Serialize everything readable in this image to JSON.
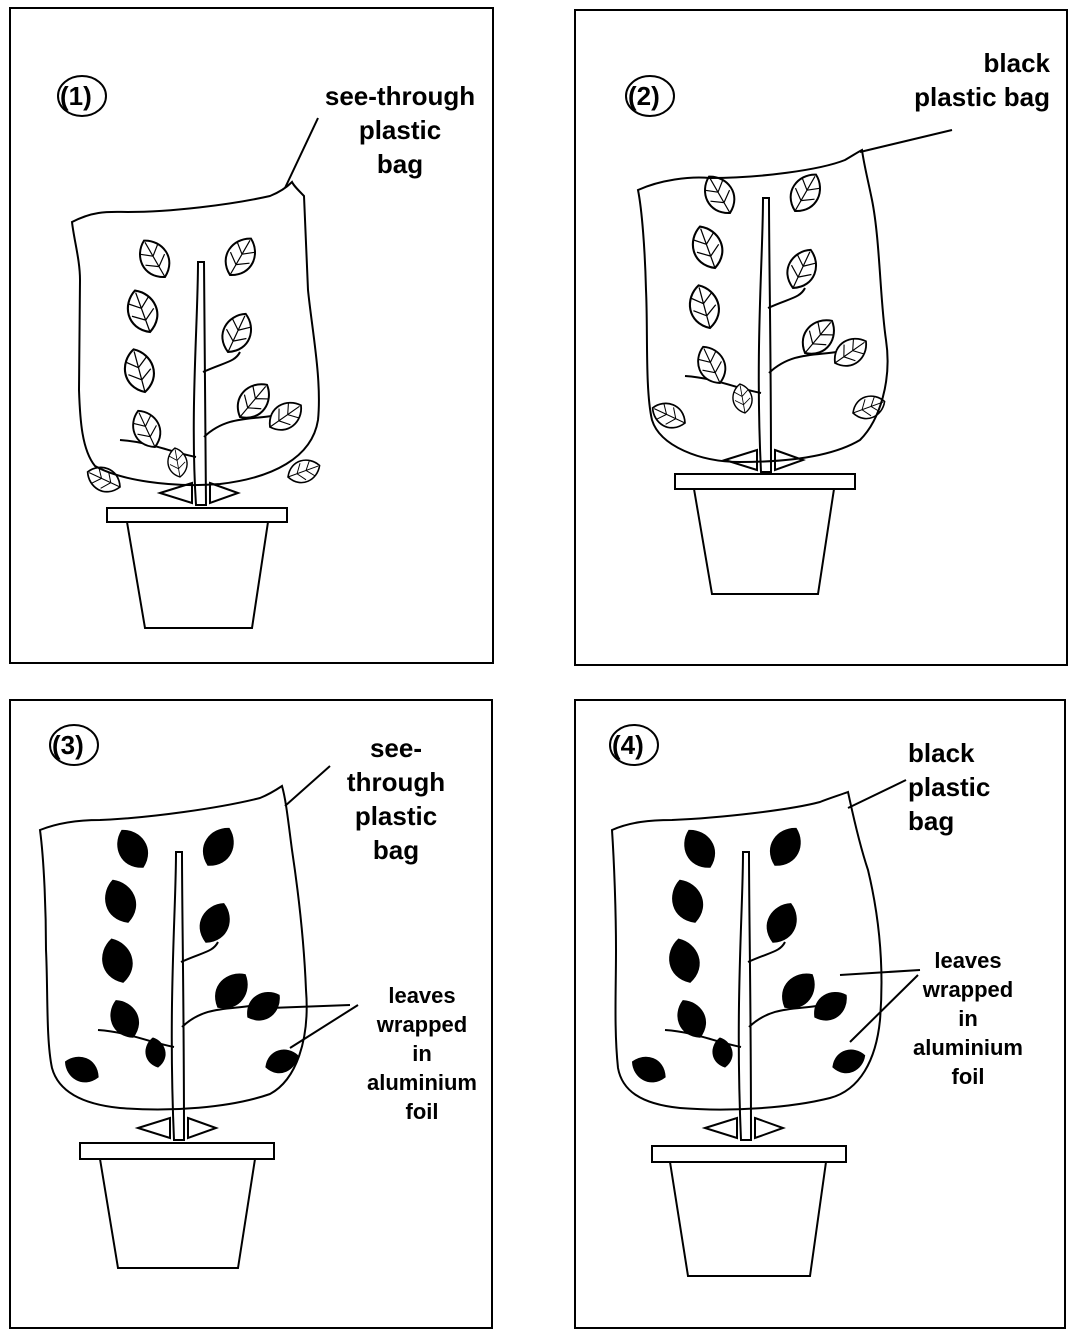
{
  "panels": [
    {
      "number": "(1)",
      "bag_label_lines": [
        "see-through",
        "plastic",
        "bag"
      ],
      "leaves": "plain",
      "foil_label_lines": []
    },
    {
      "number": "(2)",
      "bag_label_lines": [
        "black",
        "plastic bag"
      ],
      "leaves": "plain",
      "foil_label_lines": []
    },
    {
      "number": "(3)",
      "bag_label_lines": [
        "see-",
        "through",
        "plastic",
        "bag"
      ],
      "leaves": "foil",
      "foil_label_lines": [
        "leaves",
        "wrapped",
        "in",
        "aluminium",
        "foil"
      ]
    },
    {
      "number": "(4)",
      "bag_label_lines": [
        "black",
        "plastic",
        "bag"
      ],
      "leaves": "foil",
      "foil_label_lines": [
        "leaves",
        "wrapped",
        "in",
        "aluminium",
        "foil"
      ]
    }
  ],
  "colors": {
    "ink": "#000000",
    "paper": "#ffffff"
  }
}
